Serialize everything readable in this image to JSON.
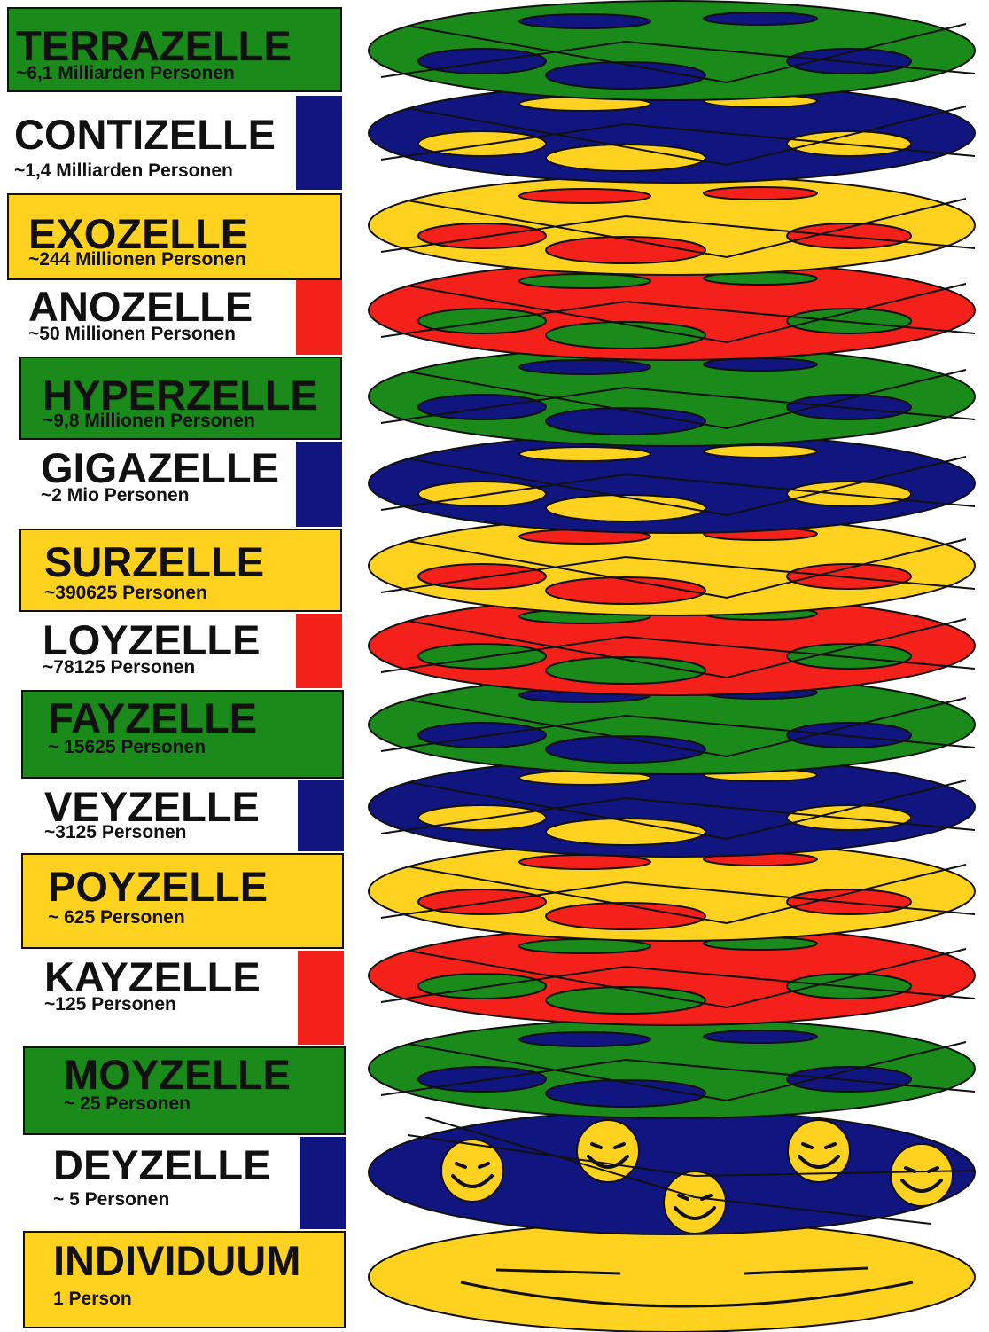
{
  "colors": {
    "green": "#1a8a1a",
    "blue": "#101580",
    "yellow": "#ffd21f",
    "red": "#f4201a",
    "outline": "#111111",
    "white": "#ffffff"
  },
  "levels": [
    {
      "name": "TERRAZELLE",
      "count": "~6,1 Milliarden Personen",
      "color": "green",
      "style": "filled"
    },
    {
      "name": "CONTIZELLE",
      "count": "~1,4 Milliarden Personen",
      "color": "blue",
      "style": "bar"
    },
    {
      "name": "EXOZELLE",
      "count": "~244 Millionen Personen",
      "color": "yellow",
      "style": "filled"
    },
    {
      "name": "ANOZELLE",
      "count": "~50 Millionen Personen",
      "color": "red",
      "style": "bar"
    },
    {
      "name": "HYPERZELLE",
      "count": "~9,8 Millionen Personen",
      "color": "green",
      "style": "filled"
    },
    {
      "name": "GIGAZELLE",
      "count": "~2 Mio  Personen",
      "color": "blue",
      "style": "bar"
    },
    {
      "name": "SURZELLE",
      "count": "~390625 Personen",
      "color": "yellow",
      "style": "filled"
    },
    {
      "name": "LOYZELLE",
      "count": "~78125 Personen",
      "color": "red",
      "style": "bar"
    },
    {
      "name": "FAYZELLE",
      "count": "~ 15625 Personen",
      "color": "green",
      "style": "filled"
    },
    {
      "name": "VEYZELLE",
      "count": "~3125 Personen",
      "color": "blue",
      "style": "bar"
    },
    {
      "name": "POYZELLE",
      "count": "~ 625 Personen",
      "color": "yellow",
      "style": "filled"
    },
    {
      "name": "KAYZELLE",
      "count": "~125 Personen",
      "color": "red",
      "style": "bar"
    },
    {
      "name": "MOYZELLE",
      "count": "~ 25 Personen",
      "color": "green",
      "style": "filled"
    },
    {
      "name": "DEYZELLE",
      "count": "~ 5 Personen",
      "color": "blue",
      "style": "bar"
    },
    {
      "name": "INDIVIDUUM",
      "count": "1 Person",
      "color": "yellow",
      "style": "filled"
    }
  ],
  "disks": [
    {
      "color": "green",
      "inner": "blue"
    },
    {
      "color": "blue",
      "inner": "yellow"
    },
    {
      "color": "yellow",
      "inner": "red"
    },
    {
      "color": "red",
      "inner": "green"
    },
    {
      "color": "green",
      "inner": "blue"
    },
    {
      "color": "blue",
      "inner": "yellow"
    },
    {
      "color": "yellow",
      "inner": "red"
    },
    {
      "color": "red",
      "inner": "green"
    },
    {
      "color": "green",
      "inner": "blue"
    },
    {
      "color": "blue",
      "inner": "yellow"
    },
    {
      "color": "yellow",
      "inner": "red"
    },
    {
      "color": "red",
      "inner": "green"
    },
    {
      "color": "green",
      "inner": "blue"
    },
    {
      "color": "blue",
      "inner": "smiley-faces"
    },
    {
      "color": "yellow",
      "inner": "face"
    }
  ],
  "icons": {
    "smiley": "smiley-face-icon",
    "face": "big-face-icon"
  }
}
